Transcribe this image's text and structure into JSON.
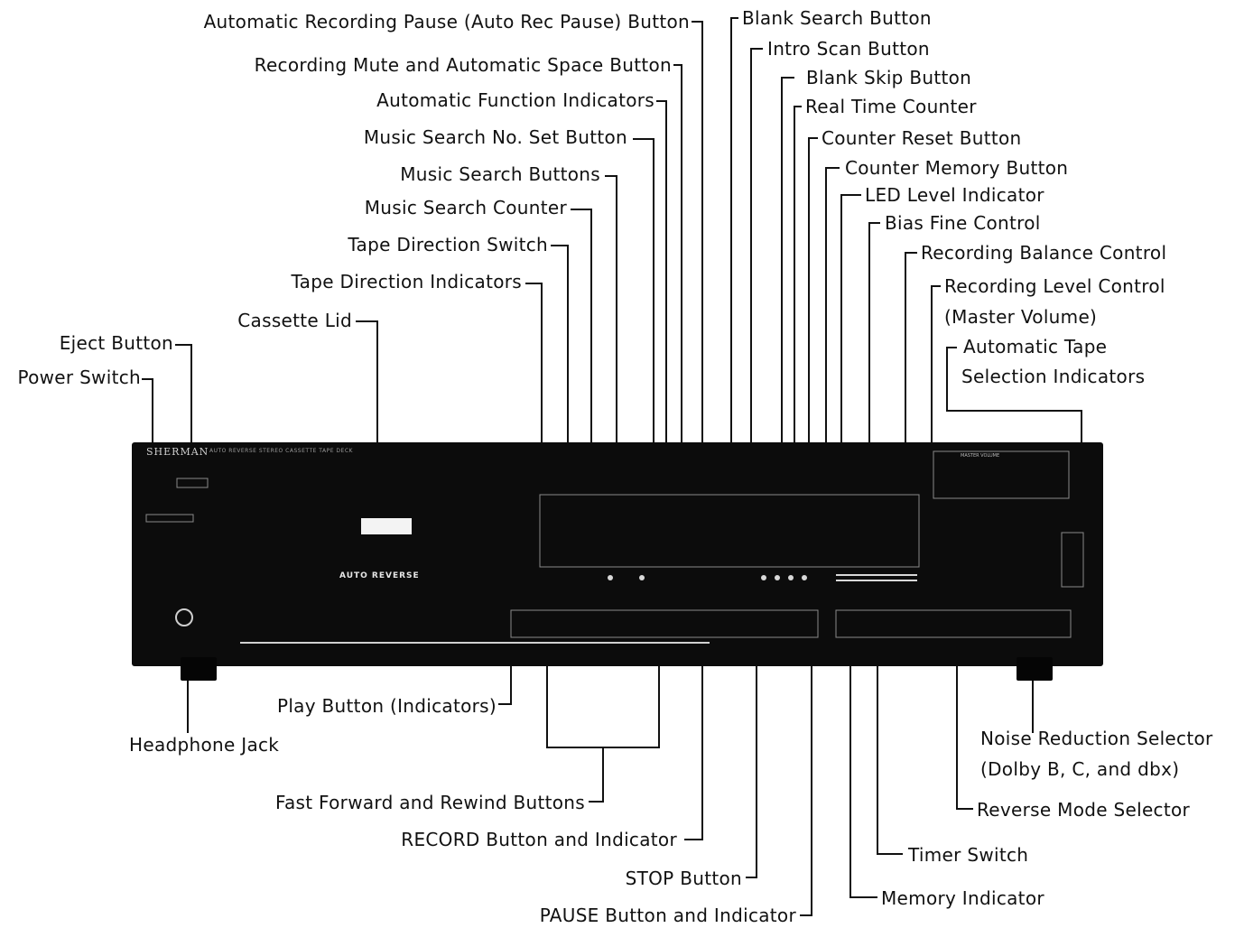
{
  "diagram": {
    "deck": {
      "brand": "SHERMAN",
      "model_line": "AUTO REVERSE STEREO CASSETTE TAPE DECK",
      "auto_reverse_label": "AUTO REVERSE",
      "master_volume_label": "MASTER VOLUME"
    },
    "callouts": {
      "auto_rec_pause": "Automatic Recording Pause (Auto Rec Pause) Button",
      "rec_mute": "Recording Mute and Automatic Space Button",
      "auto_function": "Automatic Function Indicators",
      "music_search_set": "Music Search No. Set Button",
      "music_search_buttons": "Music Search Buttons",
      "music_search_counter": "Music Search Counter",
      "tape_dir_switch": "Tape Direction Switch",
      "tape_dir_indicators": "Tape Direction Indicators",
      "cassette_lid": "Cassette Lid",
      "eject": "Eject Button",
      "power": "Power Switch",
      "blank_search": "Blank Search Button",
      "intro_scan": "Intro Scan Button",
      "blank_skip": "Blank Skip Button",
      "real_time_counter": "Real Time Counter",
      "counter_reset": "Counter Reset Button",
      "counter_memory": "Counter Memory Button",
      "led_level": "LED Level Indicator",
      "bias_fine": "Bias Fine Control",
      "rec_balance": "Recording Balance Control",
      "rec_level_1": "Recording Level Control",
      "rec_level_2": "(Master Volume)",
      "auto_tape_1": "Automatic Tape",
      "auto_tape_2": "Selection Indicators",
      "play": "Play Button (Indicators)",
      "headphone": "Headphone Jack",
      "noise_red_1": "Noise Reduction Selector",
      "noise_red_2": "(Dolby  B, C, and dbx)",
      "ff_rew": "Fast Forward and Rewind Buttons",
      "reverse_mode": "Reverse Mode Selector",
      "record": "RECORD Button and Indicator",
      "timer": "Timer Switch",
      "stop": "STOP Button",
      "memory": "Memory Indicator",
      "pause": "PAUSE Button and Indicator"
    }
  }
}
